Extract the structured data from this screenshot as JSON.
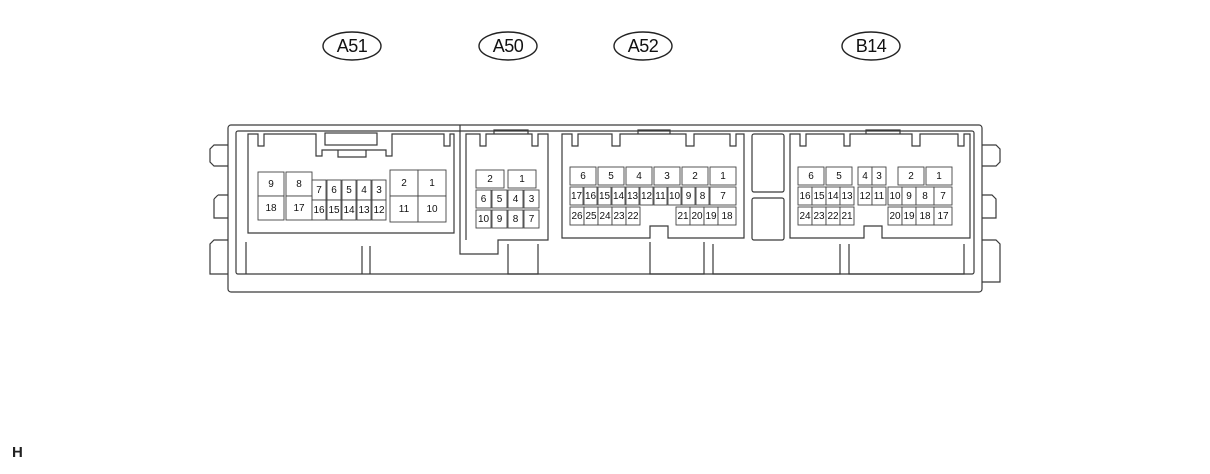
{
  "connectors": [
    {
      "id": "A51",
      "label": "A51",
      "rows": [
        [
          "9",
          "8",
          "7",
          "6",
          "5",
          "4",
          "3",
          "2",
          "1"
        ],
        [
          "18",
          "17",
          "16",
          "15",
          "14",
          "13",
          "12",
          "11",
          "10"
        ]
      ]
    },
    {
      "id": "A50",
      "label": "A50",
      "rows": [
        [
          "2",
          "1"
        ],
        [
          "6",
          "5",
          "4",
          "3"
        ],
        [
          "10",
          "9",
          "8",
          "7"
        ]
      ]
    },
    {
      "id": "A52",
      "label": "A52",
      "rows": [
        [
          "6",
          "5",
          "4",
          "3",
          "2",
          "1"
        ],
        [
          "17",
          "16",
          "15",
          "14",
          "13",
          "12",
          "11",
          "10",
          "9",
          "8",
          "7"
        ],
        [
          "26",
          "25",
          "24",
          "23",
          "22",
          "21",
          "20",
          "19",
          "18"
        ]
      ]
    },
    {
      "id": "B14",
      "label": "B14",
      "rows": [
        [
          "6",
          "5",
          "4",
          "3",
          "2",
          "1"
        ],
        [
          "16",
          "15",
          "14",
          "13",
          "12",
          "11",
          "10",
          "9",
          "8",
          "7"
        ],
        [
          "24",
          "23",
          "22",
          "21",
          "20",
          "19",
          "18",
          "17"
        ]
      ]
    }
  ],
  "corner_mark": "H"
}
